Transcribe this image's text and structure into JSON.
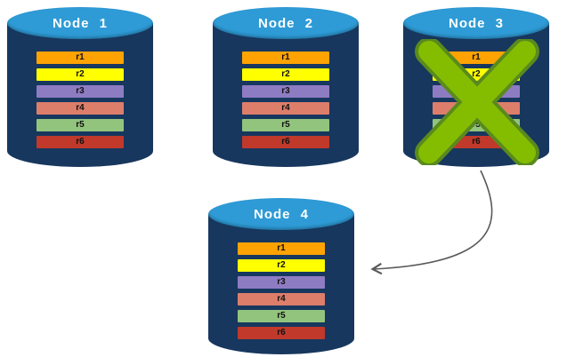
{
  "colors": {
    "cylinder_body": "#17375E",
    "cylinder_top": "#2E9BD6",
    "failure_x_fill": "#84BD00",
    "failure_x_outline": "#5A8A1E",
    "arrow": "#595959"
  },
  "records": [
    {
      "label": "r1",
      "color": "#FFA302"
    },
    {
      "label": "r2",
      "color": "#FFFF00"
    },
    {
      "label": "r3",
      "color": "#8E7CC3"
    },
    {
      "label": "r4",
      "color": "#DD7E6B"
    },
    {
      "label": "r5",
      "color": "#93C47D"
    },
    {
      "label": "r6",
      "color": "#C0392B"
    }
  ],
  "nodes": [
    {
      "label": "Node 1",
      "status": "active"
    },
    {
      "label": "Node 2",
      "status": "active"
    },
    {
      "label": "Node 3",
      "status": "failed"
    },
    {
      "label": "Node 4",
      "status": "active"
    }
  ]
}
